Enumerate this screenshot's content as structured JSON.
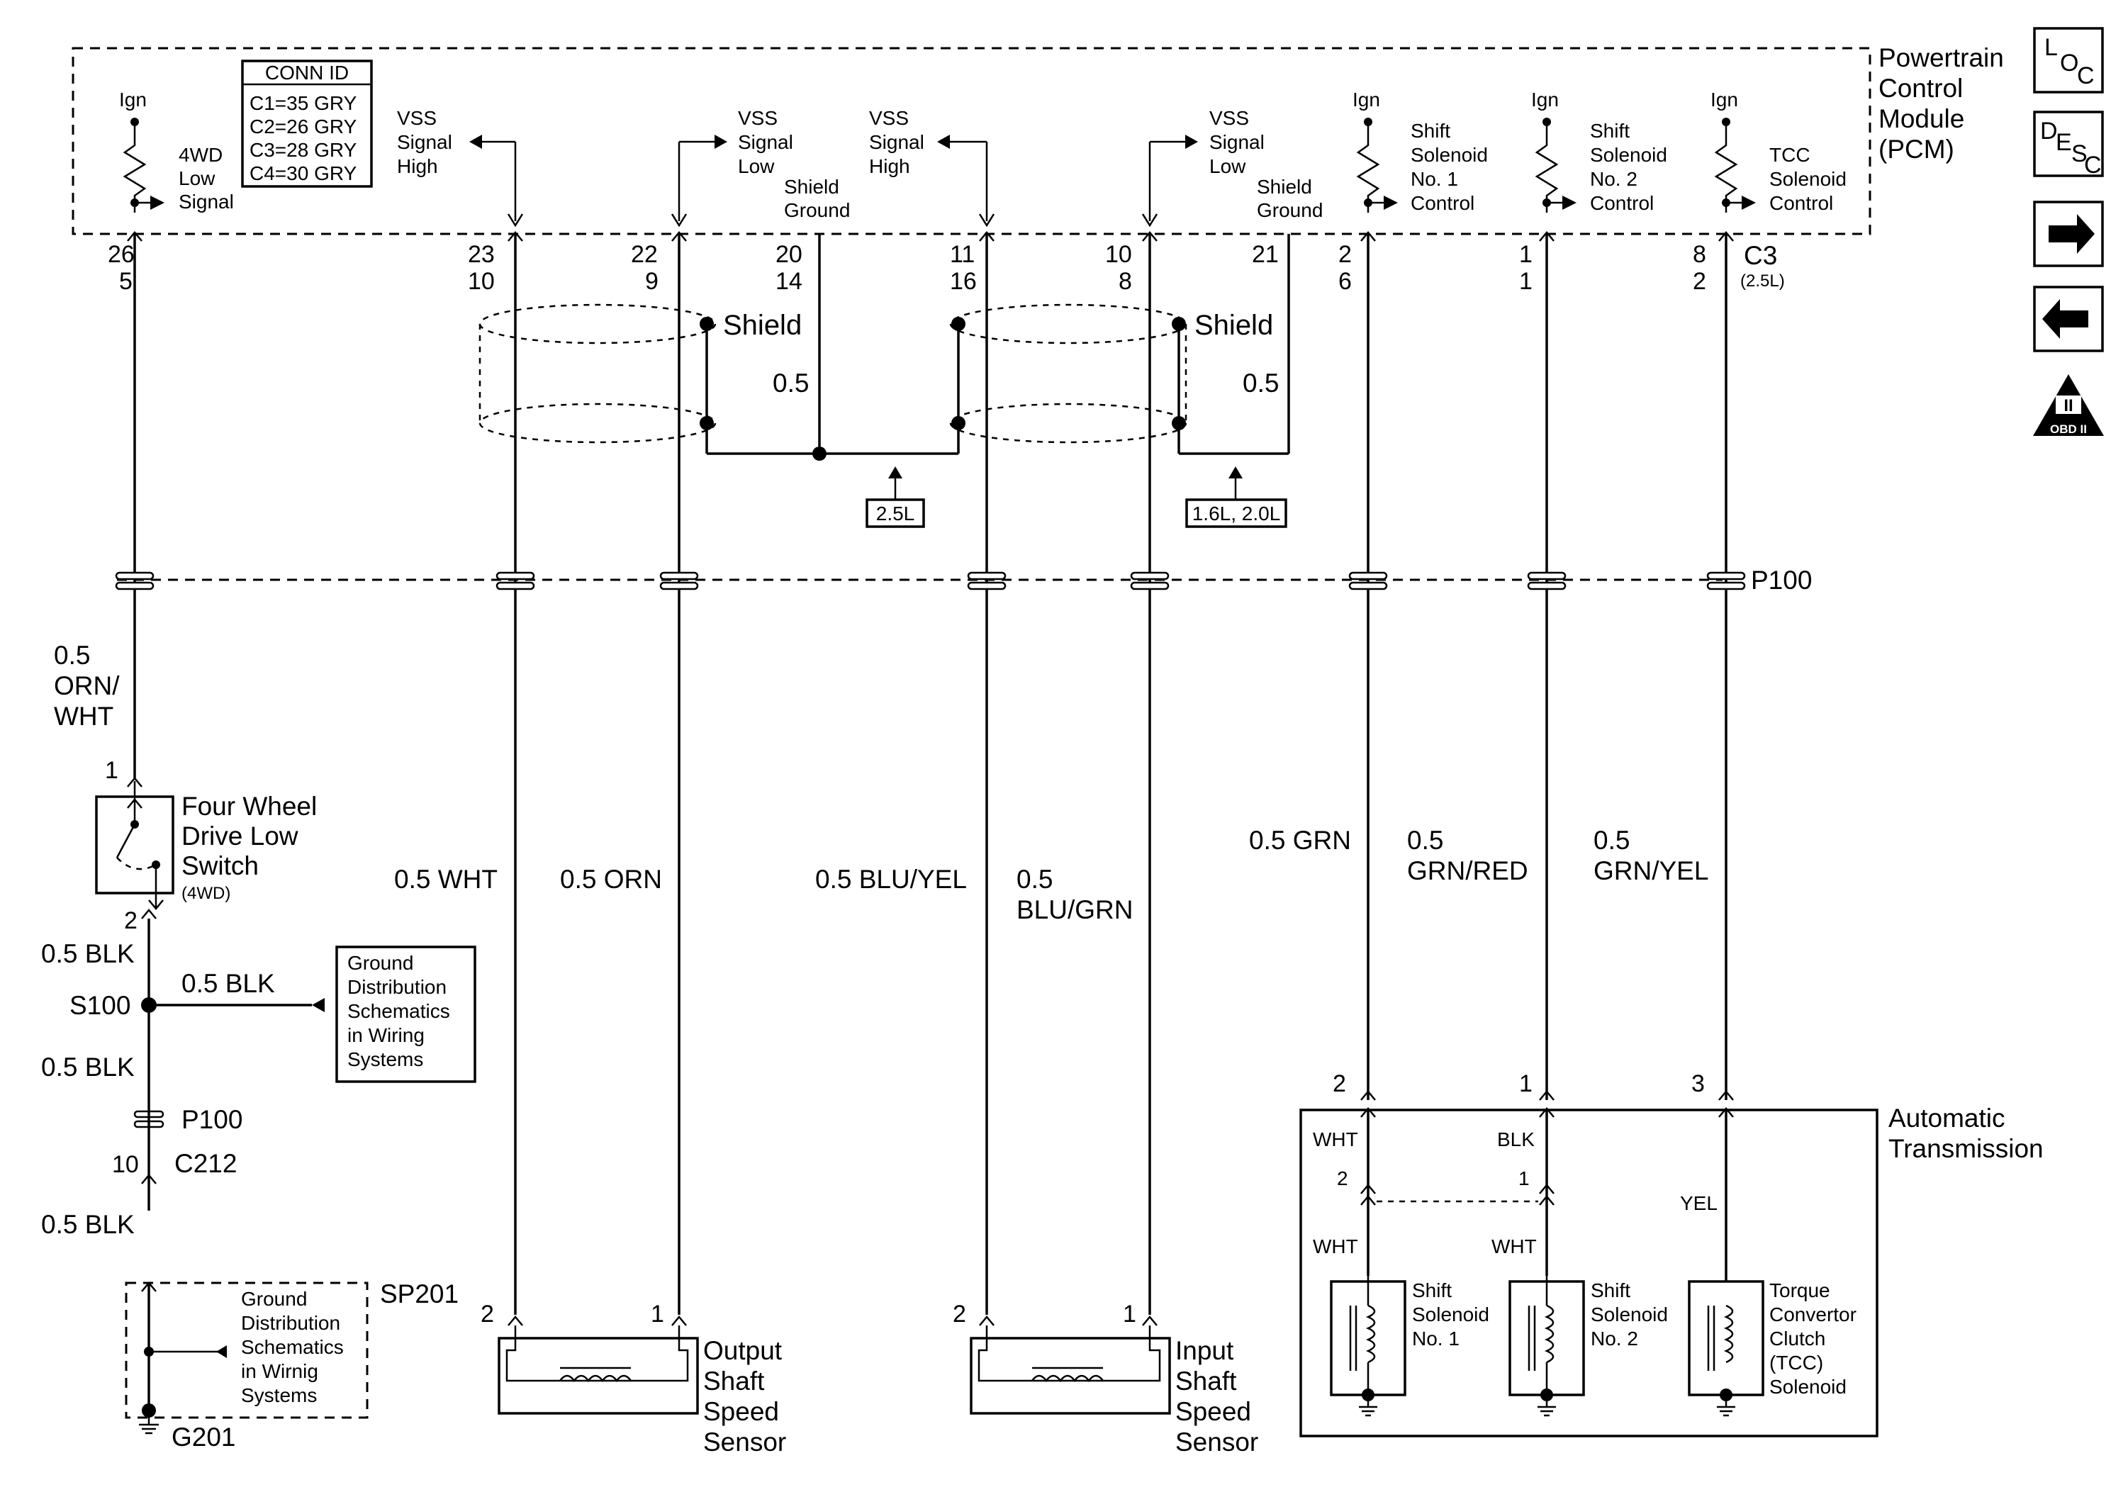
{
  "pcm": {
    "title_lines": [
      "Powertrain",
      "Control",
      "Module",
      "(PCM)"
    ],
    "conn_id_title": "CONN ID",
    "conn_id_lines": [
      "C1=35 GRY",
      "C2=26 GRY",
      "C3=28 GRY",
      "C4=30 GRY"
    ],
    "connector": "C3",
    "connector_note": "(2.5L)"
  },
  "side_icons": {
    "loc": {
      "top": "L",
      "mid": "O",
      "bot": "C"
    },
    "desc": {
      "a": "D",
      "b": "E",
      "c": "S",
      "d": "C"
    },
    "next_arrow": "→",
    "prev_arrow": "←",
    "obd_top": "II",
    "obd_bottom": "OBD II"
  },
  "pcm_signals": {
    "ign": "Ign",
    "low4wd": [
      "4WD",
      "Low",
      "Signal"
    ],
    "vss_high_1": [
      "VSS",
      "Signal",
      "High"
    ],
    "vss_low_1": [
      "VSS",
      "Signal",
      "Low"
    ],
    "vss_high_2": [
      "VSS",
      "Signal",
      "High"
    ],
    "vss_low_2": [
      "VSS",
      "Signal",
      "Low"
    ],
    "shield_ground_1": [
      "Shield",
      "Ground"
    ],
    "shield_ground_2": [
      "Shield",
      "Ground"
    ],
    "sol1": [
      "Shift",
      "Solenoid",
      "No. 1",
      "Control"
    ],
    "sol2": [
      "Shift",
      "Solenoid",
      "No. 2",
      "Control"
    ],
    "tcc": [
      "TCC",
      "Solenoid",
      "Control"
    ]
  },
  "pins": [
    {
      "id": "4wd",
      "top": "26",
      "bottom": "5"
    },
    {
      "id": "vss_high_1",
      "top": "23",
      "bottom": "10"
    },
    {
      "id": "vss_low_1",
      "top": "22",
      "bottom": "9"
    },
    {
      "id": "shield_1",
      "top": "20",
      "bottom": "14"
    },
    {
      "id": "vss_high_2",
      "top": "11",
      "bottom": "16"
    },
    {
      "id": "vss_low_2",
      "top": "10",
      "bottom": "8"
    },
    {
      "id": "shield_2",
      "top": "21",
      "bottom": ""
    },
    {
      "id": "sol1",
      "top": "2",
      "bottom": "6"
    },
    {
      "id": "sol2",
      "top": "1",
      "bottom": "1"
    },
    {
      "id": "tcc",
      "top": "8",
      "bottom": "2"
    }
  ],
  "shield": {
    "label": "Shield",
    "wire_size": "0.5",
    "box_25l": "2.5L",
    "box_1620l": "1.6L, 2.0L"
  },
  "connector_p100": "P100",
  "wires": {
    "orn_wht": [
      "0.5",
      "ORN/",
      "WHT"
    ],
    "wht": "0.5 WHT",
    "orn": "0.5 ORN",
    "blu_yel": "0.5 BLU/YEL",
    "blu_grn": [
      "0.5",
      "BLU/GRN"
    ],
    "grn": "0.5 GRN",
    "grn_red": [
      "0.5",
      "GRN/RED"
    ],
    "grn_yel": [
      "0.5",
      "GRN/YEL"
    ],
    "blk": "0.5 BLK"
  },
  "switch4wd": {
    "lines": [
      "Four Wheel",
      "Drive Low",
      "Switch"
    ],
    "note": "(4WD)",
    "pin_top": "1",
    "pin_bottom": "2"
  },
  "ground_path": {
    "splice": "S100",
    "p100": "P100",
    "c212_pin": "10",
    "c212": "C212",
    "sp201": "SP201",
    "g201": "G201",
    "gd_box_1": [
      "Ground",
      "Distribution",
      "Schematics",
      "in Wiring",
      "Systems"
    ],
    "gd_box_2": [
      "Ground",
      "Distribution",
      "Schematics",
      "in Wirnig",
      "Systems"
    ]
  },
  "output_sensor": {
    "lines": [
      "Output",
      "Shaft",
      "Speed",
      "Sensor"
    ],
    "pin_left": "2",
    "pin_right": "1"
  },
  "input_sensor": {
    "lines": [
      "Input",
      "Shaft",
      "Speed",
      "Sensor"
    ],
    "pin_left": "2",
    "pin_right": "1"
  },
  "transmission": {
    "lines": [
      "Automatic",
      "Transmission"
    ],
    "pin_sol1": "2",
    "pin_sol2": "1",
    "pin_tcc": "3",
    "wht_top": "WHT",
    "blk_top": "BLK",
    "yel": "YEL",
    "inner_pin_1": "2",
    "inner_pin_2": "1",
    "wht_low_1": "WHT",
    "wht_low_2": "WHT",
    "sol1": [
      "Shift",
      "Solenoid",
      "No. 1"
    ],
    "sol2": [
      "Shift",
      "Solenoid",
      "No. 2"
    ],
    "tcc": [
      "Torque",
      "Convertor",
      "Clutch",
      "(TCC)",
      "Solenoid"
    ]
  }
}
